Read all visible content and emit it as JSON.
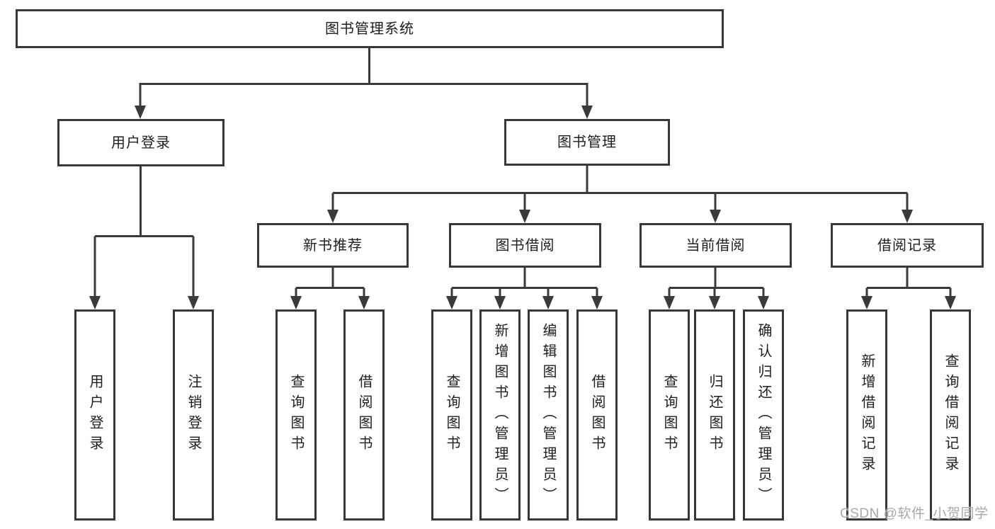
{
  "diagram": {
    "title": "图书管理系统",
    "nodes": {
      "root": "图书管理系统",
      "l2": [
        "用户登录",
        "图书管理"
      ],
      "l3": [
        "新书推荐",
        "图书借阅",
        "当前借阅",
        "借阅记录"
      ],
      "leaves": [
        "用户登录",
        "注销登录",
        "查询图书",
        "借阅图书",
        "查询图书",
        "新增图书（管理员）",
        "编辑图书（管理员）",
        "借阅图书",
        "查询图书",
        "归还图书",
        "确认归还（管理员）",
        "新增借阅记录",
        "查询借阅记录"
      ]
    },
    "colors": {
      "line": "#3a3a3a",
      "border": "#383838",
      "text": "#1e1e1e",
      "watermark": "#a9a9a9",
      "background": "#ffffff"
    }
  },
  "watermark": "CSDN @软件_小贺同学"
}
